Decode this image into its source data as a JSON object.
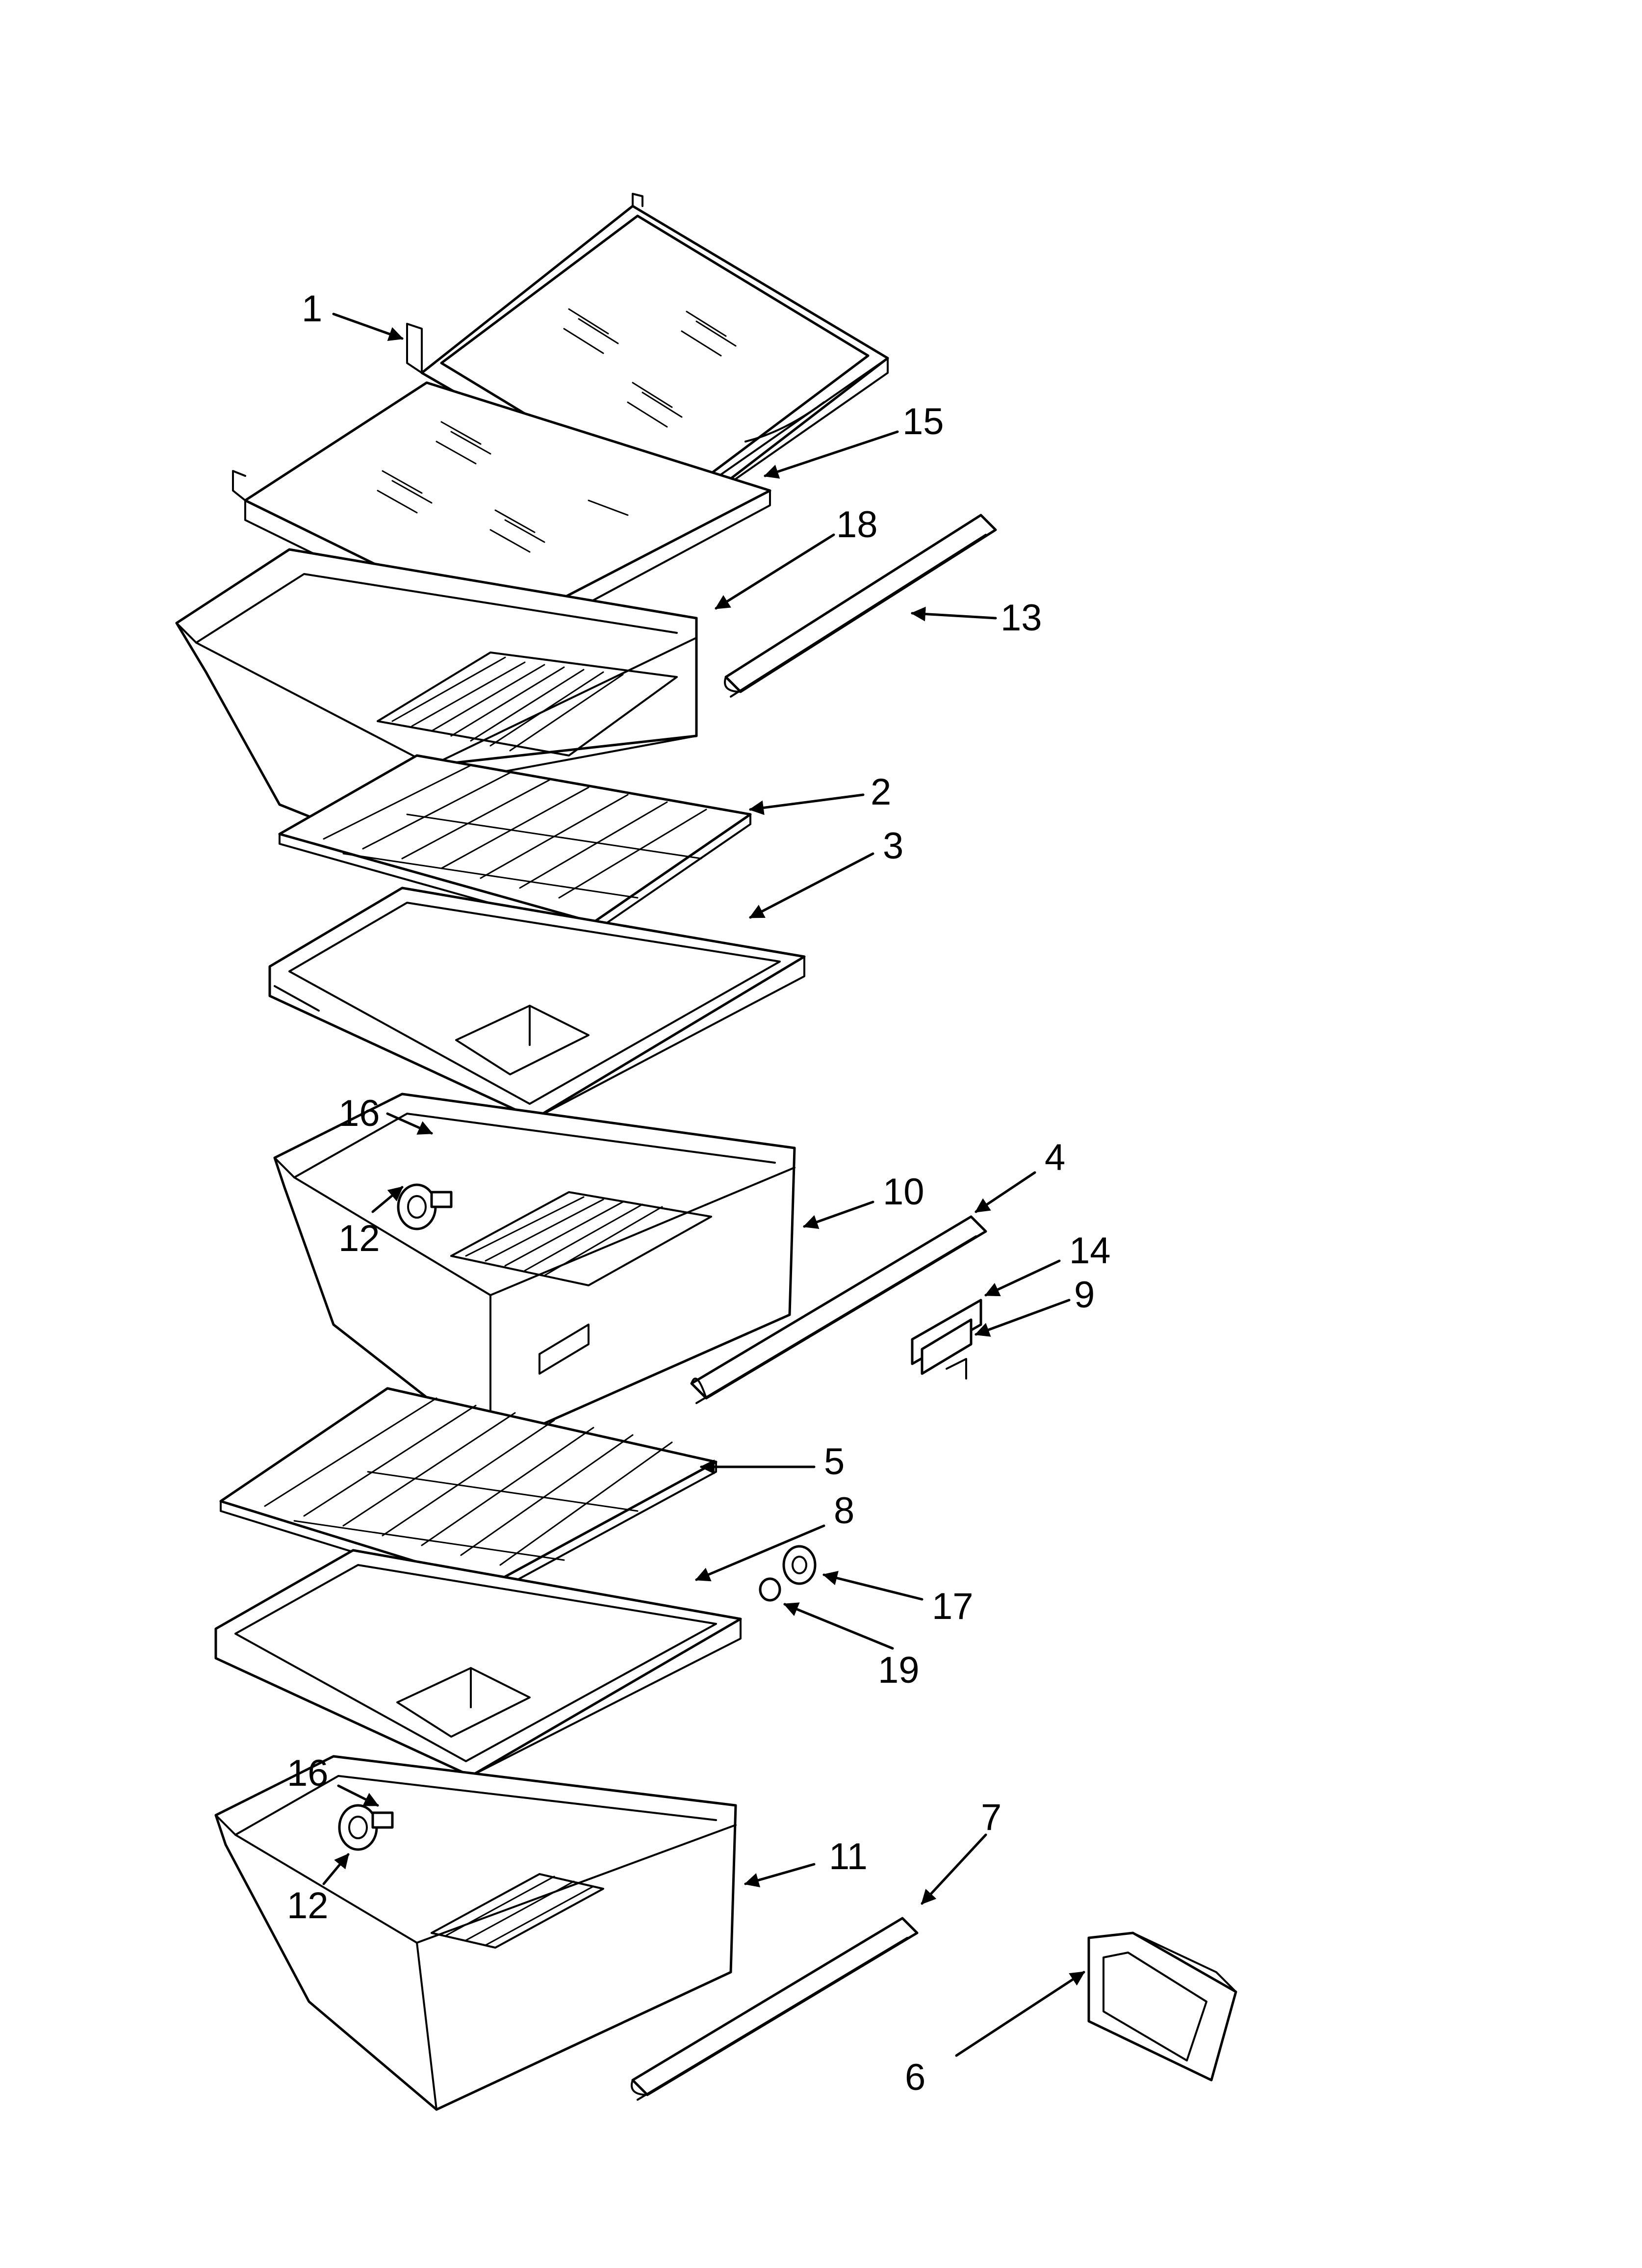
{
  "callouts": [
    {
      "id": "c1",
      "number": "1",
      "part": 1
    },
    {
      "id": "c15",
      "number": "15",
      "part": 15
    },
    {
      "id": "c18",
      "number": "18",
      "part": 18
    },
    {
      "id": "c13",
      "number": "13",
      "part": 13
    },
    {
      "id": "c2",
      "number": "2",
      "part": 2
    },
    {
      "id": "c3",
      "number": "3",
      "part": 3
    },
    {
      "id": "c16a",
      "number": "16",
      "part": 16
    },
    {
      "id": "c12a",
      "number": "12",
      "part": 12
    },
    {
      "id": "c10",
      "number": "10",
      "part": 10
    },
    {
      "id": "c4",
      "number": "4",
      "part": 4
    },
    {
      "id": "c14",
      "number": "14",
      "part": 14
    },
    {
      "id": "c9",
      "number": "9",
      "part": 9
    },
    {
      "id": "c5",
      "number": "5",
      "part": 5
    },
    {
      "id": "c8",
      "number": "8",
      "part": 8
    },
    {
      "id": "c17",
      "number": "17",
      "part": 17
    },
    {
      "id": "c19",
      "number": "19",
      "part": 19
    },
    {
      "id": "c16b",
      "number": "16",
      "part": 16
    },
    {
      "id": "c12b",
      "number": "12",
      "part": 12
    },
    {
      "id": "c11",
      "number": "11",
      "part": 11
    },
    {
      "id": "c7",
      "number": "7",
      "part": 7
    },
    {
      "id": "c6",
      "number": "6",
      "part": 6
    }
  ],
  "colors": {
    "ink": "#000000",
    "paper": "#ffffff"
  }
}
